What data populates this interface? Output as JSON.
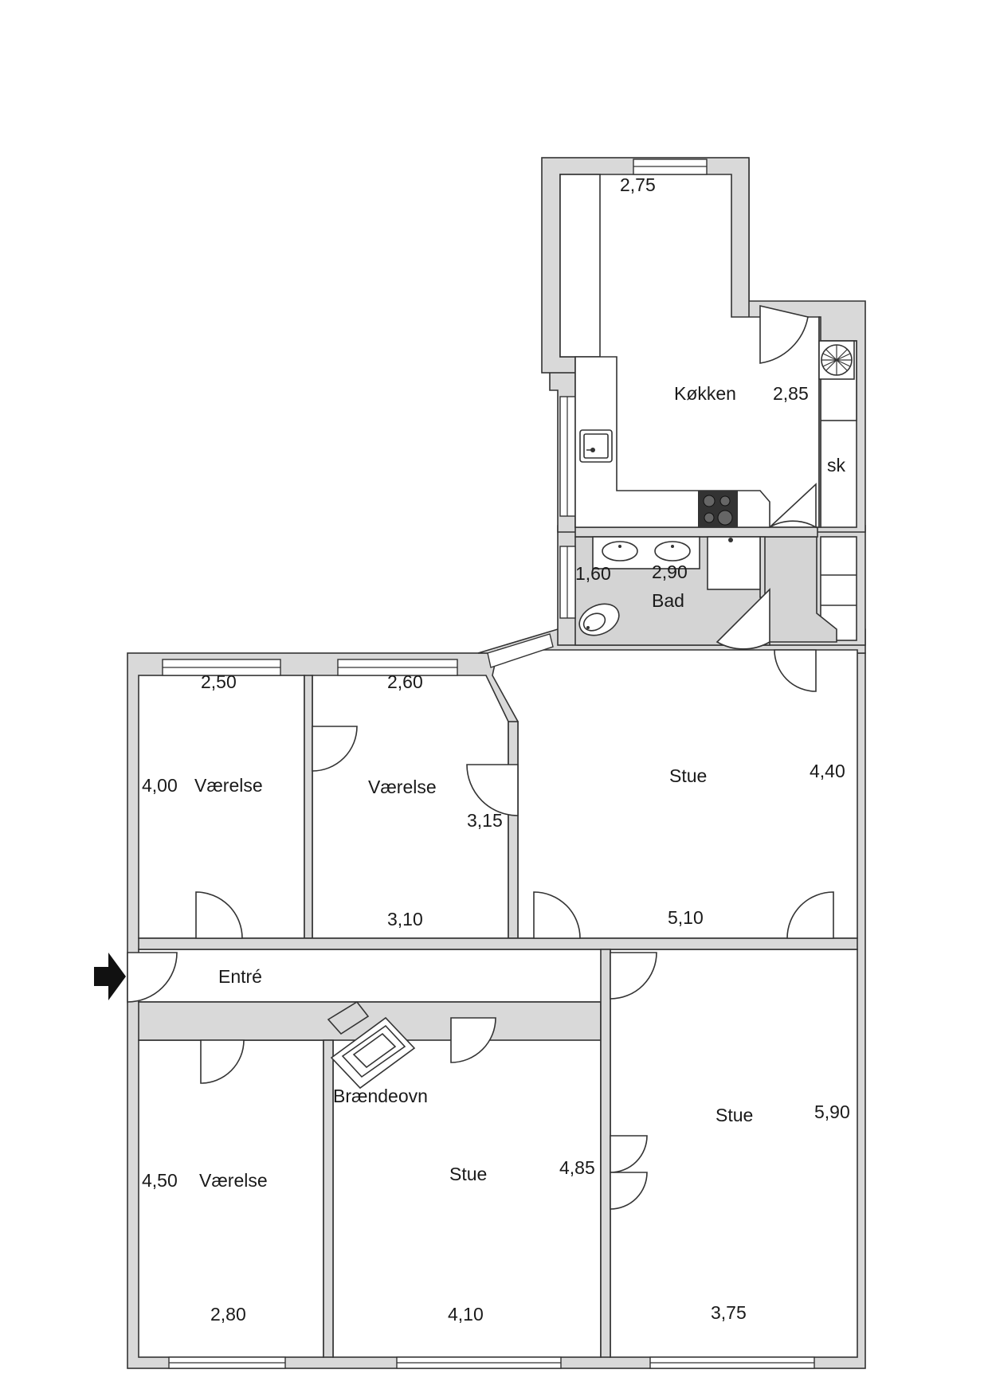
{
  "rooms": {
    "kitchen": "Køkken",
    "bath": "Bad",
    "living_right_top": "Stue",
    "room_top_left": "Værelse",
    "room_top_mid": "Værelse",
    "hall": "Entré",
    "room_bottom_left": "Værelse",
    "living_bottom_mid": "Stue",
    "living_bottom_right": "Stue",
    "cabinet": "sk",
    "stove": "Brændeovn"
  },
  "dimensions": {
    "kitchen_width": "2,75",
    "kitchen_depth": "2,85",
    "bath_depth": "1,60",
    "bath_width": "2,90",
    "room_tl_width": "2,50",
    "room_tl_depth": "4,00",
    "room_tm_width_top": "2,60",
    "room_tm_depth": "3,15",
    "room_tm_width_bottom": "3,10",
    "living_tr_depth": "4,40",
    "living_tr_width": "5,10",
    "room_bl_depth": "4,50",
    "room_bl_width": "2,80",
    "living_bm_width": "4,10",
    "living_bm_depth": "4,85",
    "living_br_depth": "5,90",
    "living_br_width": "3,75"
  },
  "icons": {
    "entrance": "entrance-arrow-icon",
    "extractor_fan": "extractor-fan-icon",
    "hob": "cooktop-icon",
    "kitchen_sink": "kitchen-sink-icon",
    "washbasins": "washbasin-icon",
    "toilet": "toilet-icon",
    "fireplace": "wood-stove-icon"
  },
  "colors": {
    "wall": "#d9d9d9",
    "bath_floor": "#d4d4d4",
    "line": "#333333"
  }
}
